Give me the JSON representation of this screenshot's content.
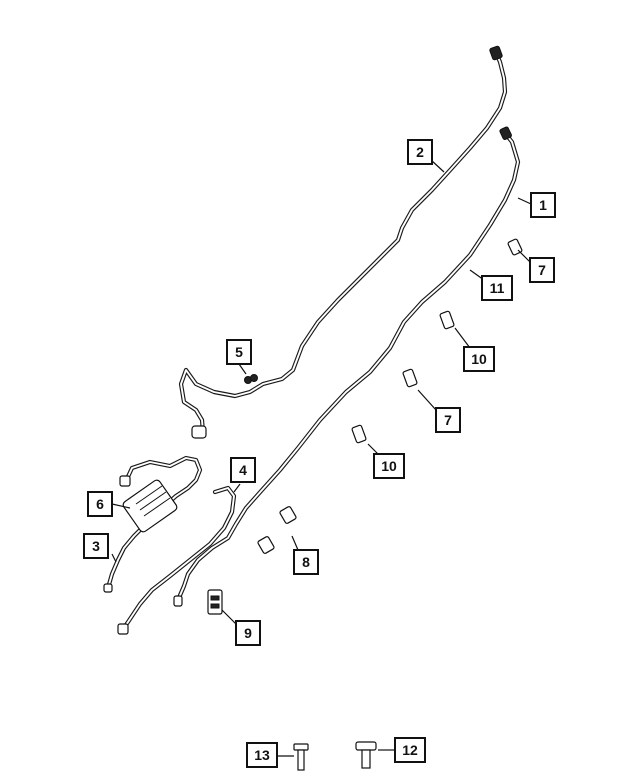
{
  "diagram": {
    "callouts": [
      {
        "id": "c1",
        "label": "1"
      },
      {
        "id": "c2",
        "label": "2"
      },
      {
        "id": "c3",
        "label": "3"
      },
      {
        "id": "c4",
        "label": "4"
      },
      {
        "id": "c5",
        "label": "5"
      },
      {
        "id": "c6",
        "label": "6"
      },
      {
        "id": "c7a",
        "label": "7"
      },
      {
        "id": "c7b",
        "label": "7"
      },
      {
        "id": "c8",
        "label": "8"
      },
      {
        "id": "c9",
        "label": "9"
      },
      {
        "id": "c10a",
        "label": "10"
      },
      {
        "id": "c10b",
        "label": "10"
      },
      {
        "id": "c11",
        "label": "11"
      },
      {
        "id": "c12",
        "label": "12"
      },
      {
        "id": "c13",
        "label": "13"
      }
    ]
  }
}
